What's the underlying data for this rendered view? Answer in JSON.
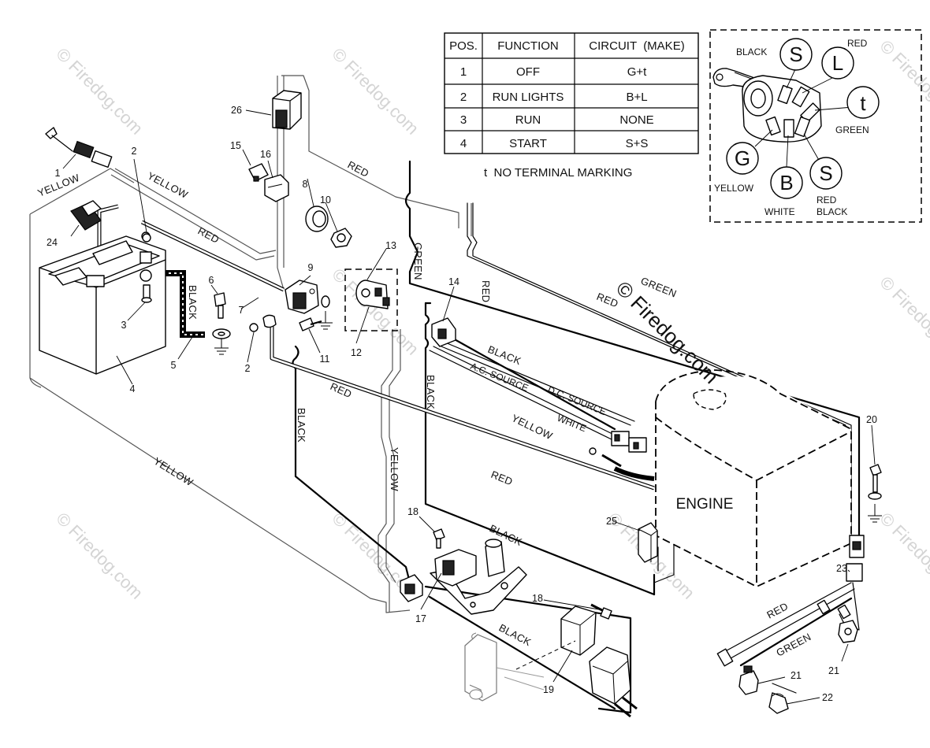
{
  "table": {
    "headers": [
      "POS.",
      "FUNCTION",
      "CIRCUIT  (MAKE)"
    ],
    "rows": [
      [
        "1",
        "OFF",
        "G+t"
      ],
      [
        "2",
        "RUN LIGHTS",
        "B+L"
      ],
      [
        "3",
        "RUN",
        "NONE"
      ],
      [
        "4",
        "START",
        "S+S"
      ]
    ],
    "footnote": "t  NO TERMINAL MARKING"
  },
  "switch_inset": {
    "terminals": {
      "s_top": "S",
      "l": "L",
      "t": "t",
      "g": "G",
      "b": "B",
      "s_bottom": "S"
    },
    "labels": {
      "black": "BLACK",
      "red": "RED",
      "green": "GREEN",
      "yellow": "YELLOW",
      "white": "WHITE",
      "red_black_1": "RED",
      "red_black_2": "BLACK"
    }
  },
  "engine_label": "ENGINE",
  "wire_labels": {
    "yellow_1": "YELLOW",
    "yellow_2": "YELLOW",
    "yellow_3": "YELLOW",
    "yellow_4": "YELLOW",
    "yellow_5": "YELLOW",
    "red_1": "RED",
    "red_2": "RED",
    "red_3": "RED",
    "red_4": "RED",
    "red_5": "RED",
    "red_6": "RED",
    "red_7": "RED",
    "black_1": "BLACK",
    "black_2": "BLACK",
    "black_3": "BLACK",
    "black_4": "BLACK",
    "black_5": "BLACK",
    "black_6": "BLACK",
    "green_1": "GREEN",
    "green_2": "GREEN",
    "green_3": "GREEN",
    "white_1": "WHITE",
    "ac_source": "A.C. SOURCE",
    "dc_source": "D.C. SOURCE"
  },
  "part_numbers": {
    "p1": "1",
    "p2a": "2",
    "p2b": "2",
    "p3": "3",
    "p4": "4",
    "p5": "5",
    "p6": "6",
    "p7": "7",
    "p8": "8",
    "p9": "9",
    "p10": "10",
    "p11": "11",
    "p12": "12",
    "p13": "13",
    "p14": "14",
    "p15": "15",
    "p16": "16",
    "p17": "17",
    "p18a": "18",
    "p18b": "18",
    "p19": "19",
    "p20": "20",
    "p21a": "21",
    "p21b": "21",
    "p22": "22",
    "p23": "23",
    "p24": "24",
    "p25": "25",
    "p26": "26"
  },
  "watermarks": {
    "main": "© Firedog.com",
    "tile": "© Firedog.com"
  }
}
